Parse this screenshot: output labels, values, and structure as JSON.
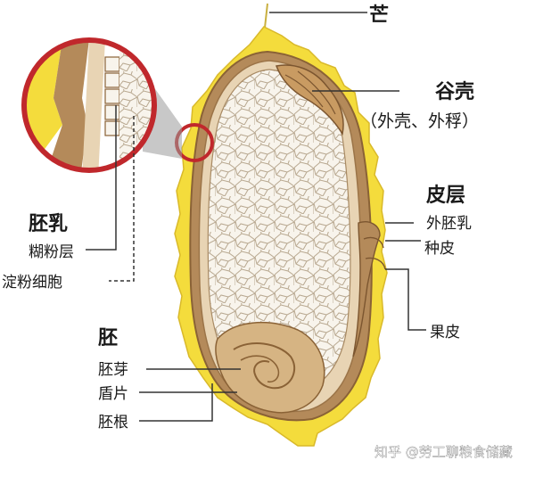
{
  "labels": {
    "awn": "芒",
    "hull": "谷壳",
    "hull_detail": "（外壳、外稃）",
    "bran_layer": "皮层",
    "aleurone_outer": "外胚乳",
    "seed_coat": "种皮",
    "pericarp": "果皮",
    "endosperm": "胚乳",
    "aleurone_layer": "糊粉层",
    "starch_cells": "淀粉细胞",
    "embryo": "胚",
    "plumule": "胚芽",
    "scutellum": "盾片",
    "radicle": "胚根"
  },
  "watermark": "知乎 @劳工聊粮食储藏",
  "colors": {
    "hull_yellow": "#f4dc3c",
    "bran_brown": "#b48a5a",
    "endosperm_bg": "#f7f2ea",
    "callout_red": "#c0282c",
    "embryo_tan": "#d6b483"
  }
}
